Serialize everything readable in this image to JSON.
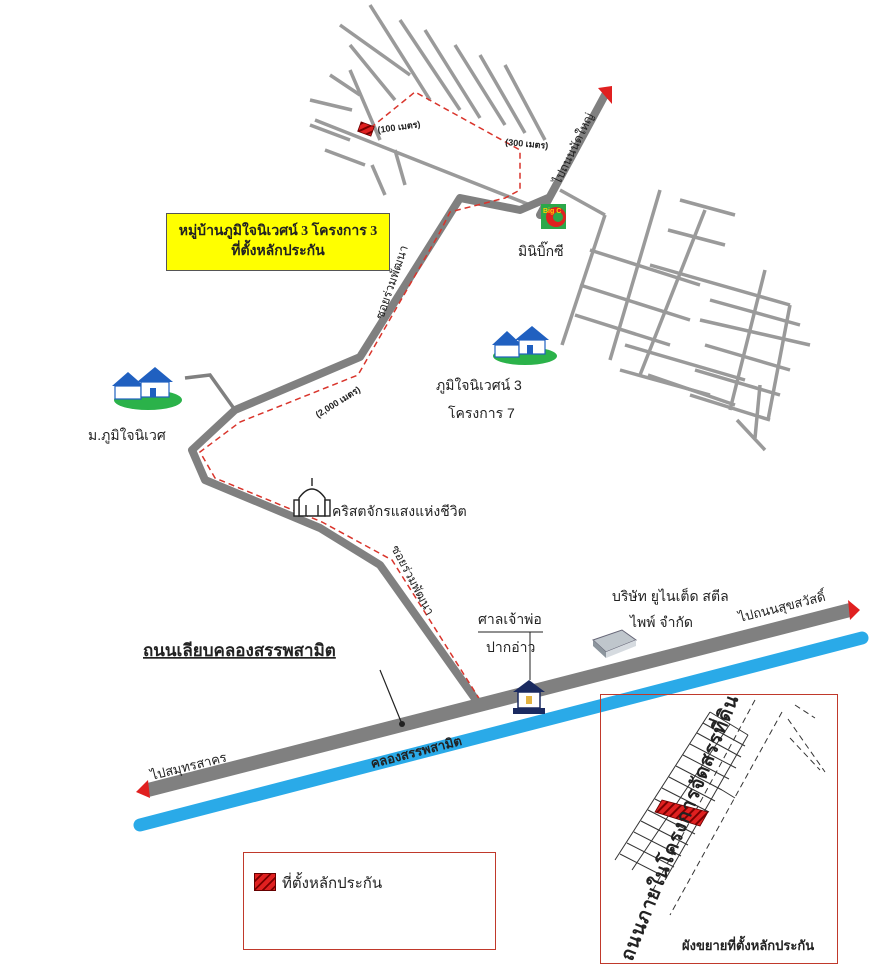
{
  "title_box": {
    "line1": "หมู่บ้านภูมิใจนิเวศน์ 3 โครงการ 3",
    "line2": "ที่ตั้งหลักประกัน"
  },
  "distances": {
    "d100": "(100 เมตร)",
    "d300": "(300 เมตร)",
    "d2000": "(2,000 เมตร)"
  },
  "roads": {
    "main_road": "ถนนเลียบคลองสรรพสามิต",
    "soi_upper": "ซอยร่วมพัฒนา",
    "soi_lower": "ซอยร่วมพัฒนา",
    "to_north": "ไปถนนนัดใหญ่",
    "to_east": "ไปถนนสุขสวัสดิ์",
    "to_west": "ไปสมุทรสาคร",
    "canal": "คลองสรรพสามิต"
  },
  "landmarks": {
    "mini_big_c": "มินิบิ๊กซี",
    "big_c_logo": "Big C",
    "phumjai3_l1": "ภูมิใจนิเวศน์ 3",
    "phumjai3_l2": "โครงการ 7",
    "phumjai": "ม.ภูมิใจนิเวศ",
    "church": "คริสตจักรแสงแห่งชีวิต",
    "shrine_l1": "ศาลเจ้าพ่อ",
    "shrine_l2": "ปากอ่าว",
    "company_l1": "บริษัท ยูไนเต็ด สตีล",
    "company_l2": "ไพพ์ จำกัด"
  },
  "legend": {
    "collateral": "ที่ตั้งหลักประกัน"
  },
  "inset": {
    "road": "ถนนภายในโครงการจัดสรรที่ดิน",
    "caption": "ผังขยายที่ตั้งหลักประกัน"
  },
  "colors": {
    "road": "#808080",
    "canal": "#2aaae8",
    "route": "#d9342b",
    "yellow": "#ffff00",
    "arrow": "#e02020"
  }
}
